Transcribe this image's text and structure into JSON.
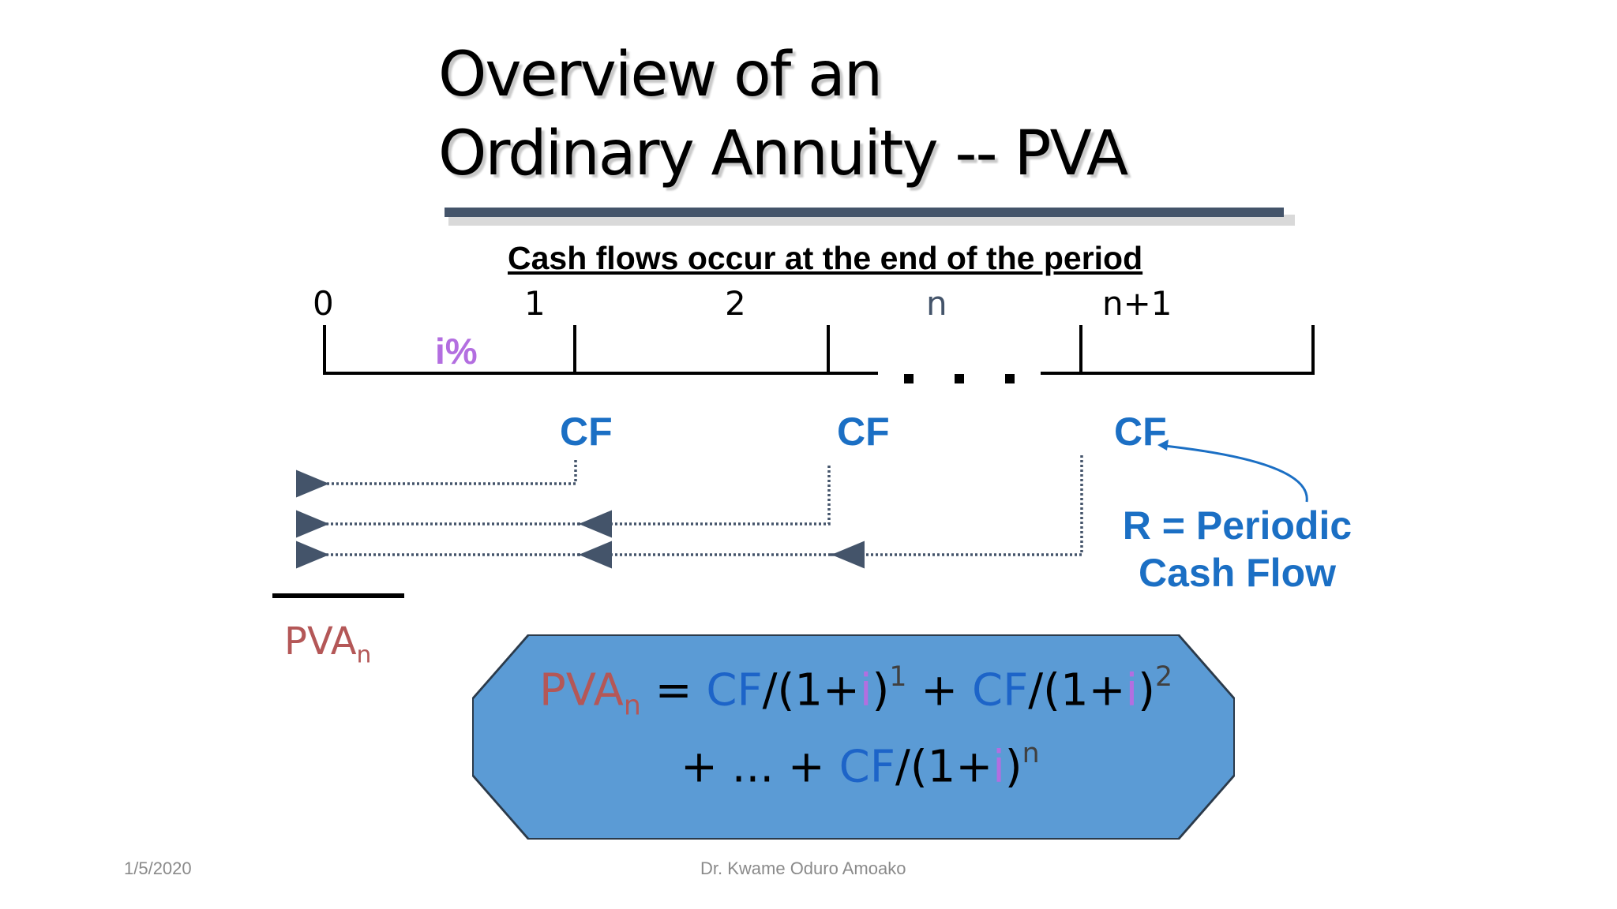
{
  "title": {
    "line1": "Overview of an",
    "line2": "Ordinary Annuity -- PVA"
  },
  "caption": "Cash flows occur at the end of the period",
  "timeline": {
    "ticks": [
      "0",
      "1",
      "2",
      "n",
      "n+1"
    ],
    "rate_label": "i%",
    "ellipsis": ". . ."
  },
  "cash_flows": [
    "CF",
    "CF",
    "CF"
  ],
  "note": {
    "line1": "R = Periodic",
    "line2": "Cash Flow"
  },
  "pva_label": {
    "main": "PVA",
    "sub": "n"
  },
  "formula": {
    "pva": "PVA",
    "pva_sub": "n",
    "eq": " = ",
    "cf": "CF",
    "open": "/(1+",
    "i": "i",
    "close": ")",
    "exp1": "1",
    "exp2": "2",
    "expn": "n",
    "plus": " + ",
    "line2_prefix": "+ ... + "
  },
  "colors": {
    "title_rule": "#44546a",
    "cash_flow_blue": "#1b6fc4",
    "rate_purple": "#b36ee0",
    "pva_red": "#b45757",
    "box_fill": "#5b9bd5",
    "arrow_gray": "#44546a"
  },
  "footer": {
    "date": "1/5/2020",
    "author": "Dr. Kwame Oduro Amoako"
  }
}
